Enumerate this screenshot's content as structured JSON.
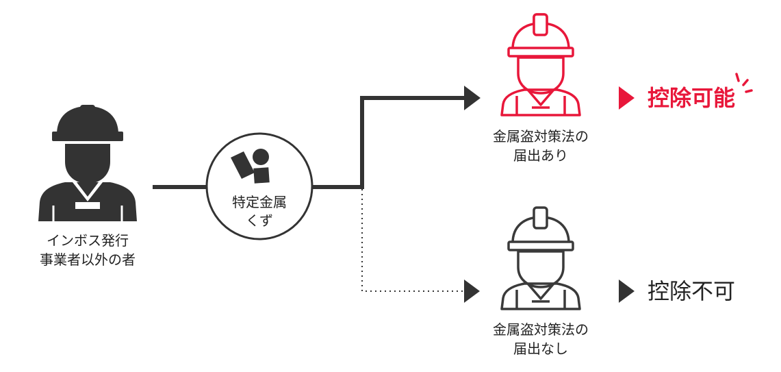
{
  "colors": {
    "accent": "#e8173a",
    "dark": "#333333",
    "outline": "#3a3a3a"
  },
  "source": {
    "line1": "インボス発行",
    "line2": "事業者以外の者"
  },
  "scrap": {
    "line1": "特定金属",
    "line2": "くず",
    "icon": "scrap-shapes-icon"
  },
  "registered": {
    "line1": "金属盗対策法の",
    "line2": "届出あり",
    "result": "控除可能",
    "icon": "worker-red-icon"
  },
  "unregistered": {
    "line1": "金属盗対策法の",
    "line2": "届出なし",
    "result": "控除不可",
    "icon": "worker-outline-icon"
  }
}
